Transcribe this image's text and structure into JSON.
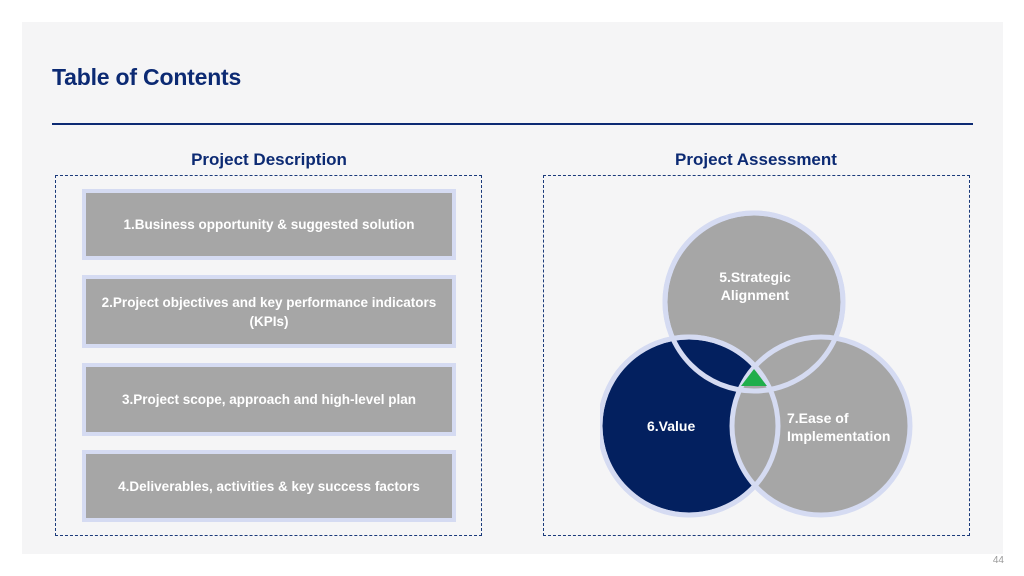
{
  "slide": {
    "title": "Table of Contents",
    "page_number": "44"
  },
  "description": {
    "heading": "Project Description",
    "items": [
      "1.Business opportunity & suggested solution",
      "2.Project objectives and key performance indicators (KPIs)",
      "3.Project scope, approach and high-level plan",
      "4.Deliverables, activities & key success factors"
    ]
  },
  "assessment": {
    "heading": "Project Assessment",
    "circles": [
      {
        "label_line1": "5.Strategic",
        "label_line2": "Alignment",
        "color": "#a6a6a6"
      },
      {
        "label": "6.Value",
        "color": "#03205f"
      },
      {
        "label_line1": "7.Ease of",
        "label_line2": "Implementation",
        "color": "#a6a6a6"
      }
    ],
    "intersection_color": "#1fae4b",
    "ring_color": "#d5dbf2"
  }
}
